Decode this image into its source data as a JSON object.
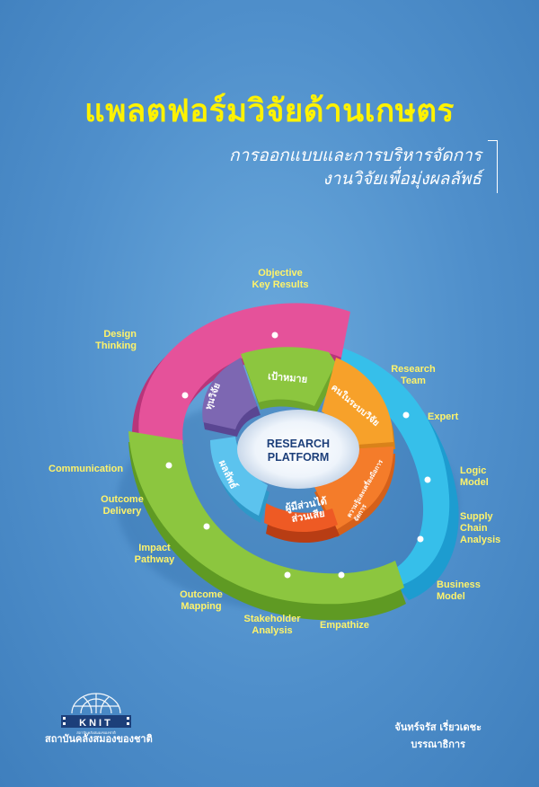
{
  "book": {
    "title": "แพลตฟอร์มวิจัยด้านเกษตร",
    "subtitle_line1": "การออกแบบและการบริหารจัดการ",
    "subtitle_line2": "งานวิจัยเพื่อมุ่งผลลัพธ์",
    "author": "จันทร์จรัส เรี่ยวเดชะ",
    "author_role": "บรรณาธิการ",
    "publisher": "สถาบันคลังสมองของชาติ",
    "logo_text": "KNIT",
    "logo_small_text": "สถาบันคลังสมองของชาติ"
  },
  "diagram": {
    "center_line1": "RESEARCH",
    "center_line2": "PLATFORM",
    "inner_segments": {
      "fund": "ทุนวิจัย",
      "goal": "เป้าหมาย",
      "people": "คนในระบบวิจัย",
      "management": "ความรู้และเครื่องมือการจัดการ",
      "stakeholders_1": "ผู้มีส่วนได้",
      "stakeholders_2": "ส่วนเสีย",
      "results": "ผลลัพธ์"
    },
    "outer_labels": {
      "okr_1": "Objective",
      "okr_2": "Key Results",
      "design_1": "Design",
      "design_2": "Thinking",
      "team_1": "Research",
      "team_2": "Team",
      "expert": "Expert",
      "logic_1": "Logic",
      "logic_2": "Model",
      "supply_1": "Supply",
      "supply_2": "Chain",
      "supply_3": "Analysis",
      "business_1": "Business",
      "business_2": "Model",
      "empathize": "Empathize",
      "stakeholder_1": "Stakeholder",
      "stakeholder_2": "Analysis",
      "mapping_1": "Outcome",
      "mapping_2": "Mapping",
      "pathway_1": "Impact",
      "pathway_2": "Pathway",
      "delivery_1": "Outcome",
      "delivery_2": "Delivery",
      "communication": "Communication"
    }
  },
  "colors": {
    "background": "#4f8fcb",
    "title": "#fff200",
    "label": "#fff36a",
    "pink": "#e5529a",
    "cyan": "#36bfea",
    "green": "#8cc63f",
    "purple": "#7d67b2",
    "orange": "#f7a12a",
    "orange_dark": "#f47c2a",
    "red_orange": "#ee5a24",
    "light_blue": "#5cc3ee"
  }
}
